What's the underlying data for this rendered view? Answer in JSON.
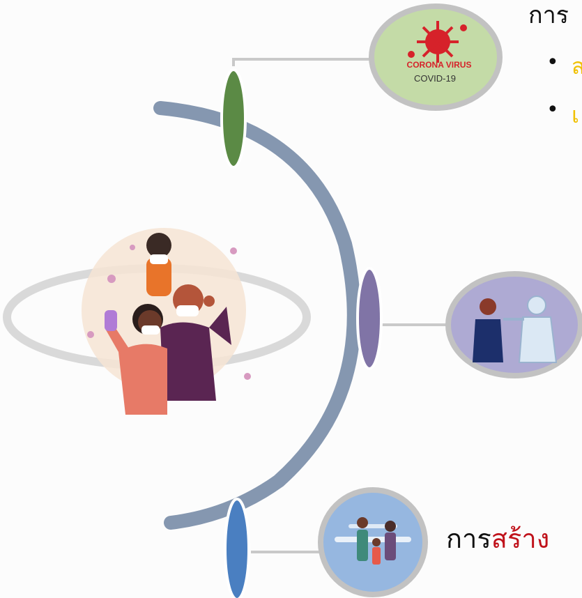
{
  "heading": {
    "text": "การ"
  },
  "bullets": [
    {
      "text": "ส",
      "bullet": "•"
    },
    {
      "text": "เ",
      "bullet": "•"
    }
  ],
  "caption": {
    "prefix": "การ",
    "accent": "สร้าง"
  },
  "badges": {
    "corona": {
      "line1": "CORONA VIRUS",
      "line2": "COVID-19"
    }
  },
  "colors": {
    "arc": "#8597b0",
    "node_top": "#5b8a45",
    "node_middle": "#8074a6",
    "node_bottom": "#4a7fc1",
    "connector": "#c9c9c9",
    "accent_text": "#c0121b"
  }
}
